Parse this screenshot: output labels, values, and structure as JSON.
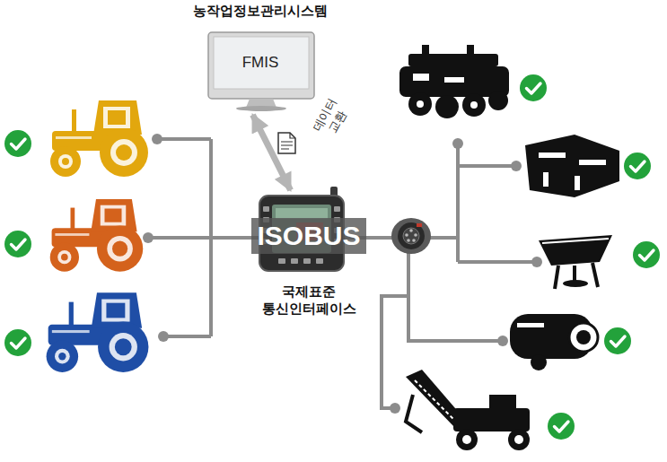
{
  "diagram": {
    "nodes": [
      {
        "text": [
          "농작업정보관리시스템",
          "FMIS"
        ]
      },
      {
        "text": [
          "ISOBUS",
          "국제표준 통신인터페이스"
        ]
      }
    ],
    "edges": [
      {
        "from": 0,
        "to": 1,
        "label": "데이터 교환",
        "arrow": "both"
      }
    ]
  }
}
